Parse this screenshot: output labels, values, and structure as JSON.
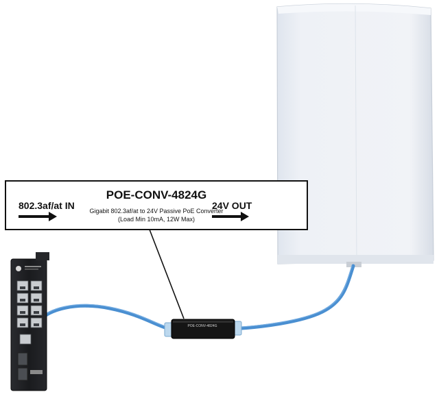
{
  "label": {
    "title": "POE-CONV-4824G",
    "input_label": "802.3af/at IN",
    "output_label": "24V OUT",
    "description_line1": "Gigabit 802.3af/at to 24V Passive PoE Converter",
    "description_line2": "(Load Min 10mA, 12W Max)"
  },
  "converter": {
    "printed_model": "POE-CONV-4824G"
  },
  "colors": {
    "cable": "#4a8fd1",
    "antenna_panel": "#e8edf3",
    "switch_body": "#1c1d20",
    "converter_body": "#151515"
  }
}
